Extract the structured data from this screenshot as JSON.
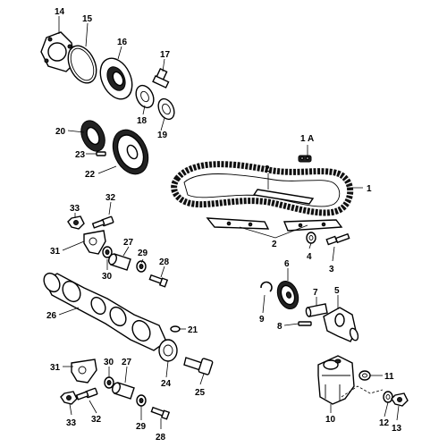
{
  "diagram": {
    "labels": [
      "14",
      "15",
      "16",
      "17",
      "18",
      "19",
      "20",
      "23",
      "22",
      "1 A",
      "1",
      "2",
      "2",
      "4",
      "3",
      "32",
      "33",
      "27",
      "29",
      "31",
      "28",
      "30",
      "6",
      "5",
      "7",
      "9",
      "8",
      "26",
      "21",
      "31",
      "30",
      "27",
      "24",
      "25",
      "11",
      "10",
      "12",
      "13",
      "33",
      "32",
      "29",
      "28"
    ]
  }
}
